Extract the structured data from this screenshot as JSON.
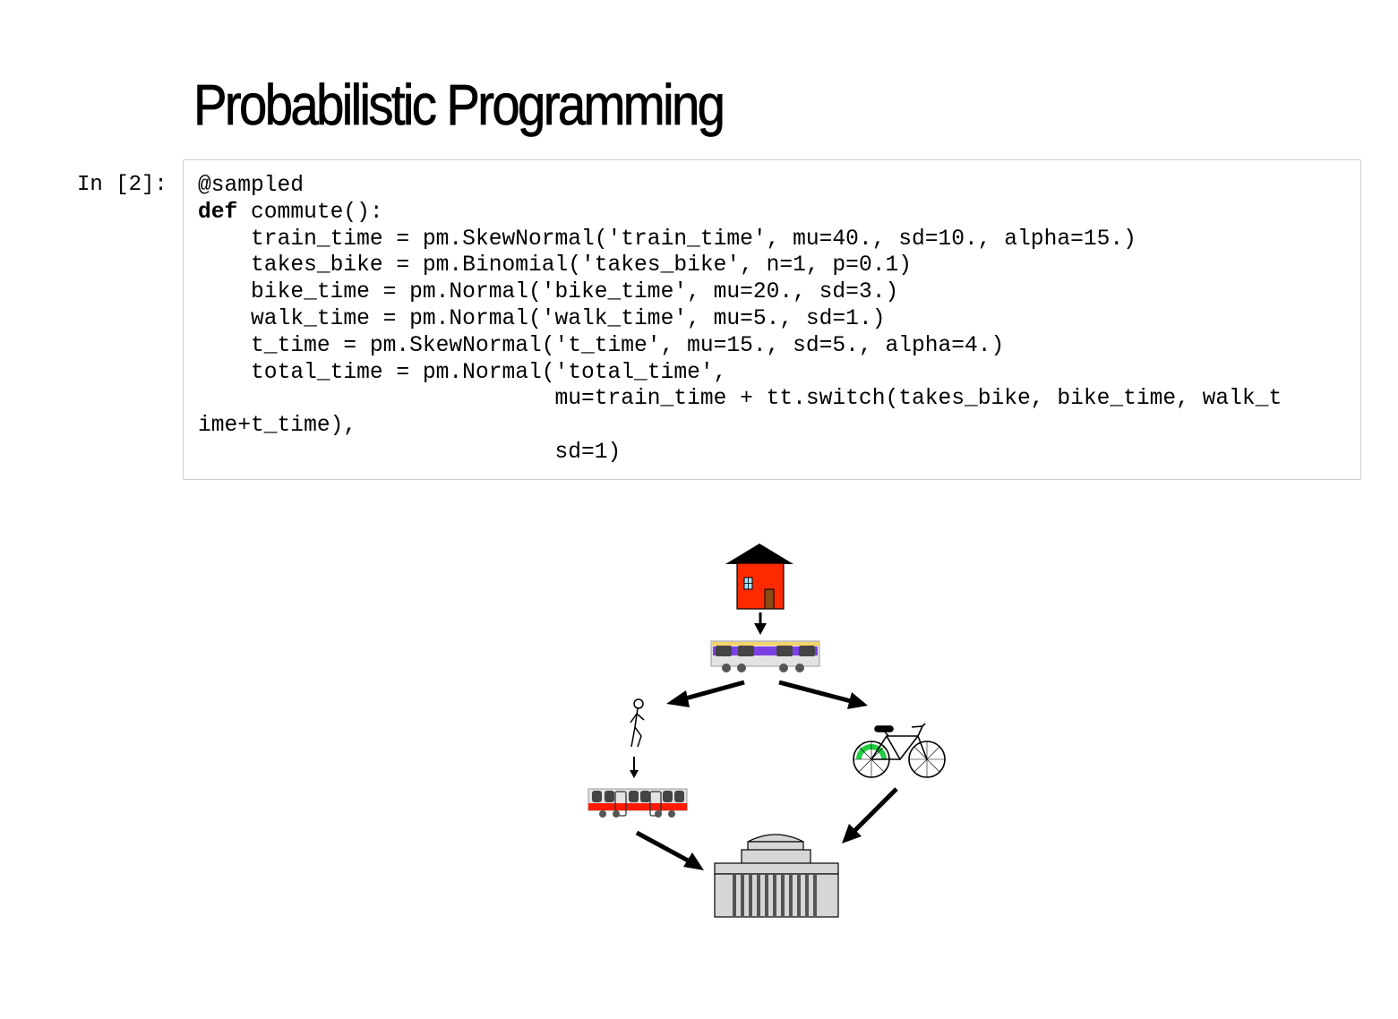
{
  "page": {
    "title": "Probabilistic Programming"
  },
  "cell": {
    "prompt": "In [2]:",
    "lines": [
      {
        "indent": "",
        "keyword": "",
        "text": "@sampled"
      },
      {
        "indent": "",
        "keyword": "def",
        "text": " commute():"
      },
      {
        "indent": "    ",
        "keyword": "",
        "text": "train_time = pm.SkewNormal('train_time', mu=40., sd=10., alpha=15.)"
      },
      {
        "indent": "    ",
        "keyword": "",
        "text": "takes_bike = pm.Binomial('takes_bike', n=1, p=0.1)"
      },
      {
        "indent": "    ",
        "keyword": "",
        "text": "bike_time = pm.Normal('bike_time', mu=20., sd=3.)"
      },
      {
        "indent": "    ",
        "keyword": "",
        "text": "walk_time = pm.Normal('walk_time', mu=5., sd=1.)"
      },
      {
        "indent": "    ",
        "keyword": "",
        "text": "t_time = pm.SkewNormal('t_time', mu=15., sd=5., alpha=4.)"
      },
      {
        "indent": "    ",
        "keyword": "",
        "text": "total_time = pm.Normal('total_time',"
      },
      {
        "indent": "                           ",
        "keyword": "",
        "text": "mu=train_time + tt.switch(takes_bike, bike_time, walk_t"
      },
      {
        "indent": "",
        "keyword": "",
        "text": "ime+t_time),"
      },
      {
        "indent": "                           ",
        "keyword": "",
        "text": "sd=1)"
      }
    ]
  },
  "diagram": {
    "icons": [
      "house-icon",
      "commuter-train-icon",
      "walking-person-icon",
      "bicycle-icon",
      "subway-train-icon",
      "campus-building-icon"
    ],
    "colors": {
      "house_wall": "#ff2a00",
      "roof": "#000000",
      "commuter_train_stripe": "#7b3fe4",
      "subway_stripe": "#ff1a00",
      "bike_wheel_accent": "#22cc44",
      "building": "#d6d6d6"
    }
  }
}
